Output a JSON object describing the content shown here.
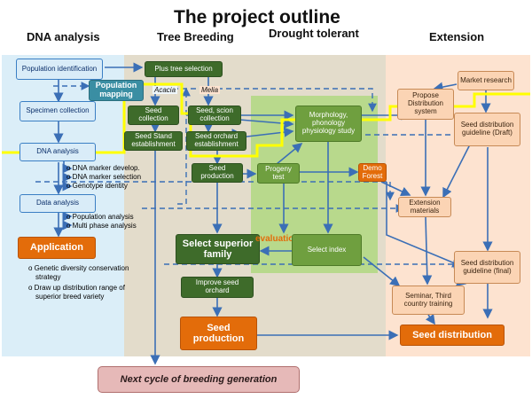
{
  "title": "The project outline",
  "headers": {
    "dna": "DNA analysis",
    "tree": "Tree Breeding",
    "drought": "Drought tolerant",
    "extension": "Extension"
  },
  "boxes": {
    "population_identification": "Population identification",
    "plus_tree_selection": "Plus tree selection",
    "population_mapping": "Population mapping",
    "acacia": "Acacia",
    "melia": "Melia",
    "specimen_collection": "Specimen collection",
    "seed_collection": "Seed collection",
    "seed_scion_collection": "Seed, scion collection",
    "morphology": "Morphology, phonology physiology study",
    "market_research": "Market research",
    "propose_distribution": "Propose Distribution system",
    "seed_distribution_draft": "Seed distribution guideline (Draft)",
    "dna_analysis": "DNA analysis",
    "seed_stand": "Seed Stand establishment",
    "seed_orchard_est": "Seed orchard establishment",
    "seed_production_small": "Seed production",
    "progeny_test": "Progeny test",
    "demo_forest": "Demo Forest",
    "data_analysis": "Data analysis",
    "extension_materials": "Extension materials",
    "application": "Application",
    "select_superior": "Select superior family",
    "evaluation": "evaluation",
    "select_index": "Select index",
    "seed_distribution_final": "Seed distribution guideline (final)",
    "improve_orchard": "Improve seed orchard",
    "seminar": "Seminar, Third country training",
    "seed_production_big": "Seed production",
    "seed_distribution": "Seed distribution",
    "next_cycle": "Next cycle of breeding generation"
  },
  "lists": {
    "dna_markers": [
      "DNA marker develop.",
      "DNA marker selection",
      "Genotype identity"
    ],
    "data_items": [
      "Population analysis",
      "Multi phase analysis"
    ],
    "application_items": [
      "Genetic diversity conservation strategy",
      "Draw up distribution range of superior breed variety"
    ]
  },
  "colors": {
    "dna_column": "#dbeef8",
    "tree_column": "#e3dccb",
    "drought_area": "#b8d98c",
    "extension_column": "#fde3d0",
    "arrow_blue": "#3b6fb6",
    "highlight_yellow": "#ffff00"
  }
}
